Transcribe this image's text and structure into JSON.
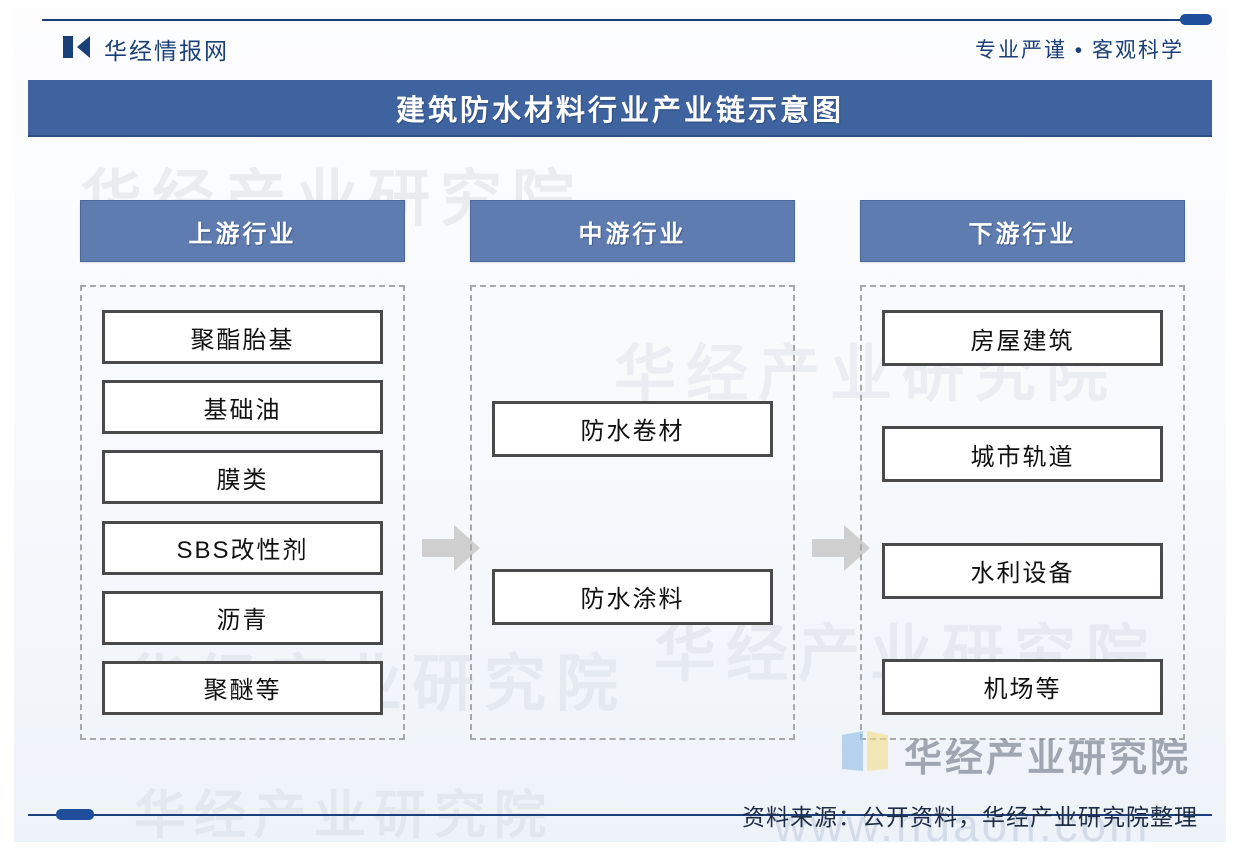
{
  "brand": {
    "logo_icon": "open-book-icon",
    "name": "华经情报网",
    "tagline": "专业严谨 • 客观科学"
  },
  "title": "建筑防水材料行业产业链示意图",
  "columns": [
    {
      "key": "upstream",
      "header": "上游行业",
      "nodes": [
        "聚酯胎基",
        "基础油",
        "膜类",
        "SBS改性剂",
        "沥青",
        "聚醚等"
      ]
    },
    {
      "key": "midstream",
      "header": "中游行业",
      "nodes": [
        "防水卷材",
        "防水涂料"
      ]
    },
    {
      "key": "downstream",
      "header": "下游行业",
      "nodes": [
        "房屋建筑",
        "城市轨道",
        "水利设备",
        "机场等"
      ]
    }
  ],
  "connectors": [
    {
      "name": "arrow-upstream-to-midstream",
      "icon": "arrow-right-icon"
    },
    {
      "name": "arrow-midstream-to-downstream",
      "icon": "arrow-right-icon"
    }
  ],
  "watermarks": {
    "institute": "华经产业研究院",
    "url": "www.huaon.com"
  },
  "footer": {
    "logo_icon": "open-book-icon",
    "logo_text": "华经产业研究院",
    "source": "资料来源：公开资料，华经产业研究院整理"
  },
  "colors": {
    "brand_blue": "#1b3f78",
    "title_bar": "#3f639e",
    "column_header": "#5e7cb0",
    "node_border": "#4a4a4a",
    "dashed_border": "#a8a8a8",
    "arrow_fill": "#cfcfcf",
    "rule": "#1d3f7c"
  }
}
